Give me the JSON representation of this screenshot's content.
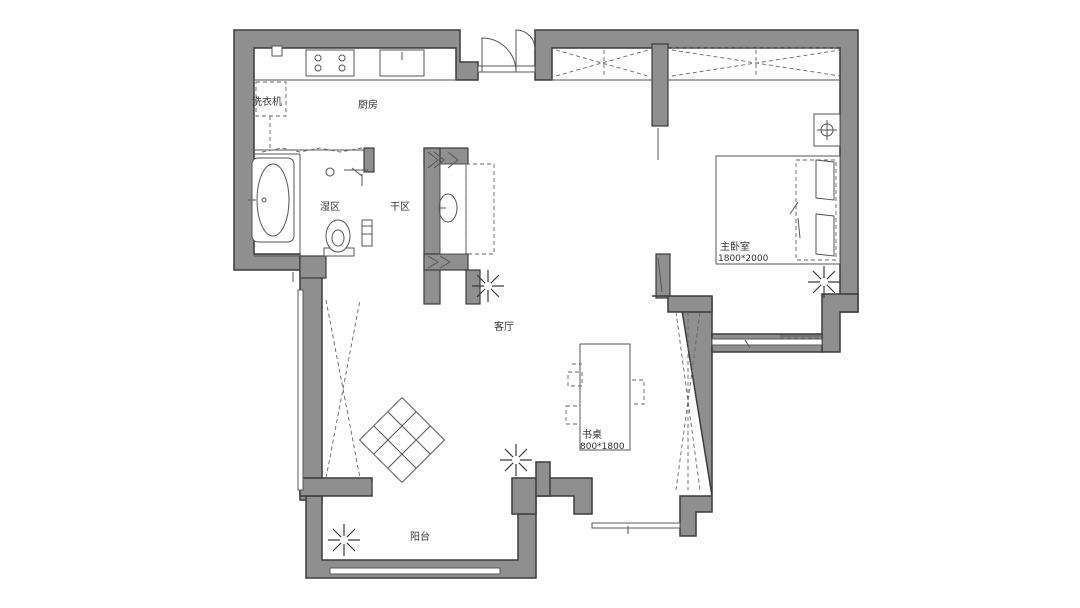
{
  "rooms": {
    "washer": "洗衣机",
    "kitchen": "厨房",
    "wet_zone": "湿区",
    "dry_zone": "干区",
    "master_bedroom": "主卧室",
    "bed_size": "1800*2000",
    "living_room": "客厅",
    "desk": "书桌",
    "desk_size": "800*1800",
    "balcony": "阳台"
  }
}
